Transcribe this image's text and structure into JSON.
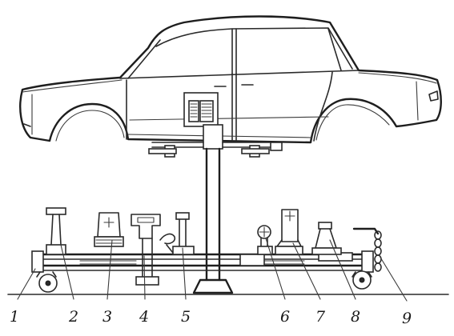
{
  "figure": {
    "callouts": [
      {
        "number": "1"
      },
      {
        "number": "2"
      },
      {
        "number": "3"
      },
      {
        "number": "4"
      },
      {
        "number": "5"
      },
      {
        "number": "6"
      },
      {
        "number": "7"
      },
      {
        "number": "8"
      },
      {
        "number": "9"
      }
    ],
    "colors": {
      "ink": "#2a2a2a",
      "paper": "#ffffff"
    }
  }
}
